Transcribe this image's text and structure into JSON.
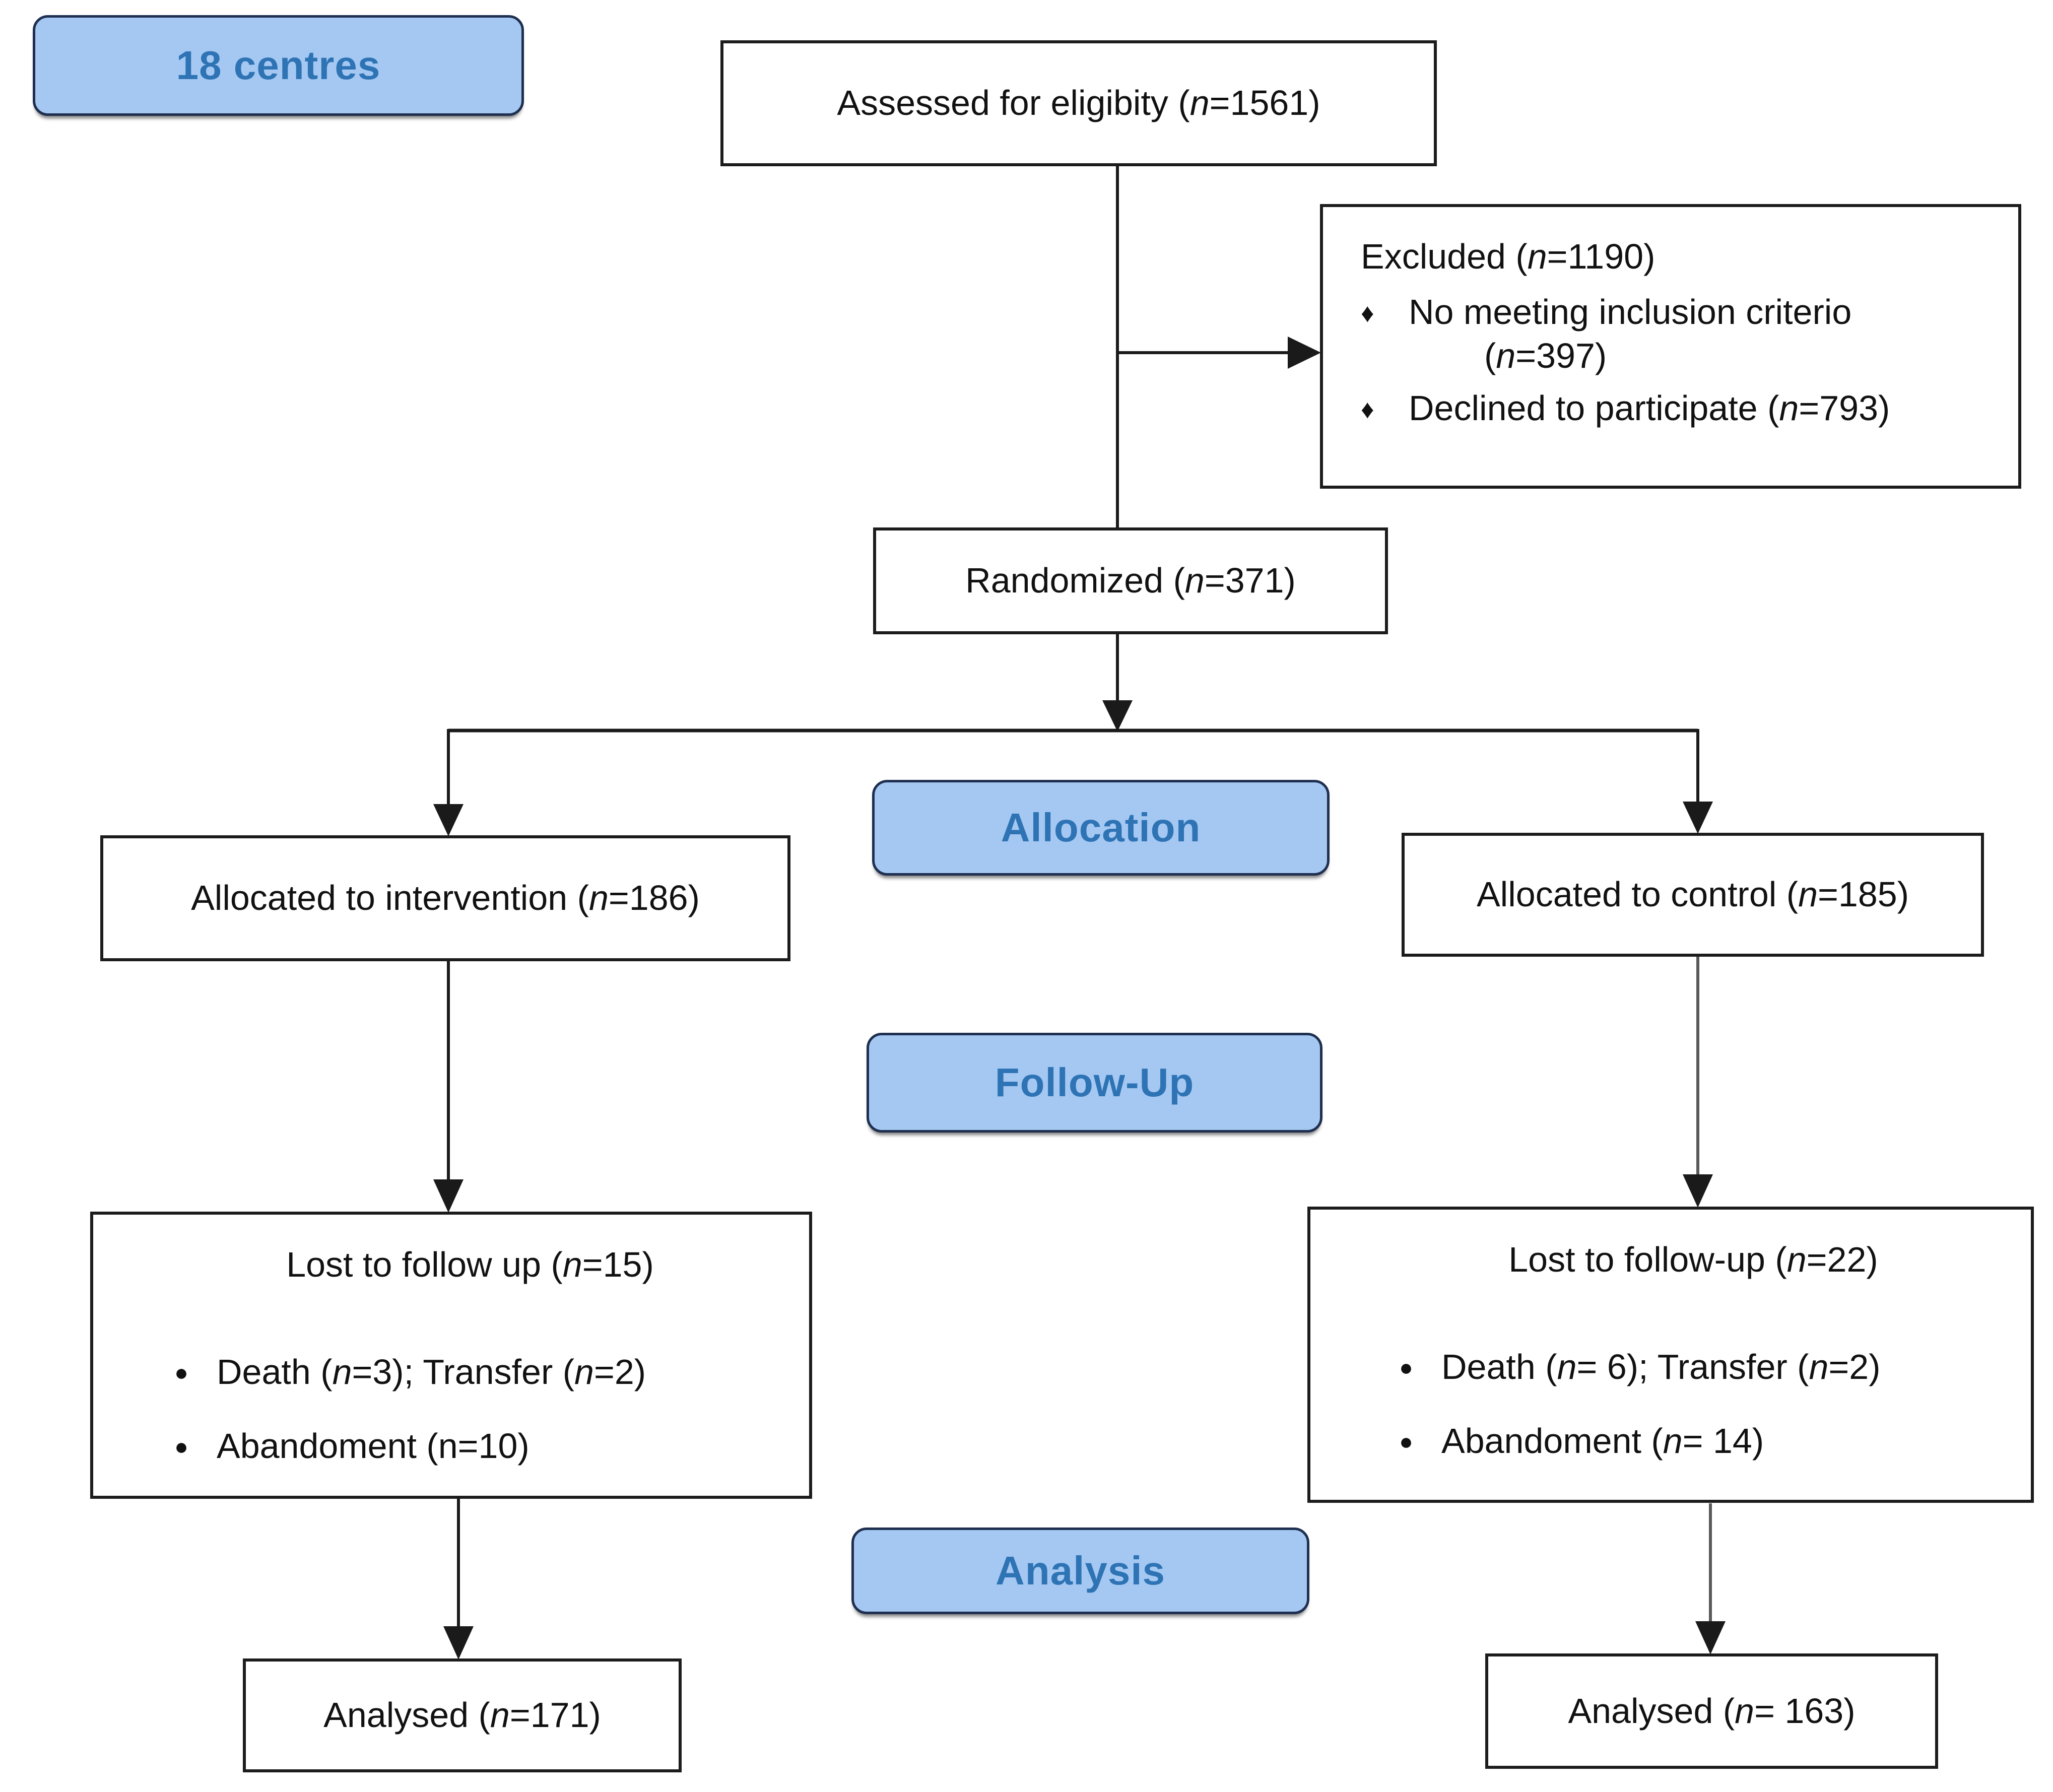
{
  "colors": {
    "blue_fill": "#a5c8f2",
    "blue_border": "#1f2f50",
    "blue_text": "#2e74b5",
    "line": "#1a1a1a",
    "line_gray": "#595959",
    "box_border": "#1c1c1c",
    "text": "#111111"
  },
  "bullets": {
    "diamond": "♦",
    "round": "●"
  },
  "labels": {
    "centres": [
      {
        "t": "18 centres"
      }
    ],
    "assessed": [
      {
        "t": "Assessed for eligibity ("
      },
      {
        "t": "n",
        "i": true
      },
      {
        "t": "=1561)"
      }
    ],
    "excluded_title": [
      {
        "t": "Excluded ("
      },
      {
        "t": "n",
        "i": true
      },
      {
        "t": "=1190)"
      }
    ],
    "excluded_item1_line1": [
      {
        "t": "No meeting inclusion criterio"
      }
    ],
    "excluded_item1_line2": [
      {
        "t": "("
      },
      {
        "t": "n",
        "i": true
      },
      {
        "t": "=397)"
      }
    ],
    "excluded_item2": [
      {
        "t": "Declined to participate ("
      },
      {
        "t": "n",
        "i": true
      },
      {
        "t": "=793)"
      }
    ],
    "randomized": [
      {
        "t": "Randomized  ("
      },
      {
        "t": "n",
        "i": true
      },
      {
        "t": "=371)"
      }
    ],
    "allocation": [
      {
        "t": "Allocation"
      }
    ],
    "alloc_intervention": [
      {
        "t": "Allocated to intervention  ("
      },
      {
        "t": "n",
        "i": true
      },
      {
        "t": "=186)"
      }
    ],
    "alloc_control": [
      {
        "t": "Allocated to control ("
      },
      {
        "t": "n",
        "i": true
      },
      {
        "t": "=185)"
      }
    ],
    "followup": [
      {
        "t": "Follow-Up"
      }
    ],
    "lost_left_title": [
      {
        "t": "Lost to follow up ("
      },
      {
        "t": "n",
        "i": true
      },
      {
        "t": "=15)"
      }
    ],
    "lost_left_item1": [
      {
        "t": "Death ("
      },
      {
        "t": "n",
        "i": true
      },
      {
        "t": "=3);  Transfer  ("
      },
      {
        "t": "n",
        "i": true
      },
      {
        "t": "=2)"
      }
    ],
    "lost_left_item2": [
      {
        "t": "Abandoment  (n=10)"
      }
    ],
    "lost_right_title": [
      {
        "t": "Lost to follow-up  ("
      },
      {
        "t": "n",
        "i": true
      },
      {
        "t": "=22)"
      }
    ],
    "lost_right_item1": [
      {
        "t": "Death ("
      },
      {
        "t": "n",
        "i": true
      },
      {
        "t": "= 6);  Transfer  ("
      },
      {
        "t": "n",
        "i": true
      },
      {
        "t": "=2)"
      }
    ],
    "lost_right_item2": [
      {
        "t": "Abandoment  ("
      },
      {
        "t": "n",
        "i": true
      },
      {
        "t": "= 14)"
      }
    ],
    "analysis": [
      {
        "t": "Analysis"
      }
    ],
    "analysed_left": [
      {
        "t": "Analysed ("
      },
      {
        "t": "n",
        "i": true
      },
      {
        "t": "=171)"
      }
    ],
    "analysed_right": [
      {
        "t": "Analysed ("
      },
      {
        "t": "n",
        "i": true
      },
      {
        "t": "= 163)"
      }
    ]
  }
}
